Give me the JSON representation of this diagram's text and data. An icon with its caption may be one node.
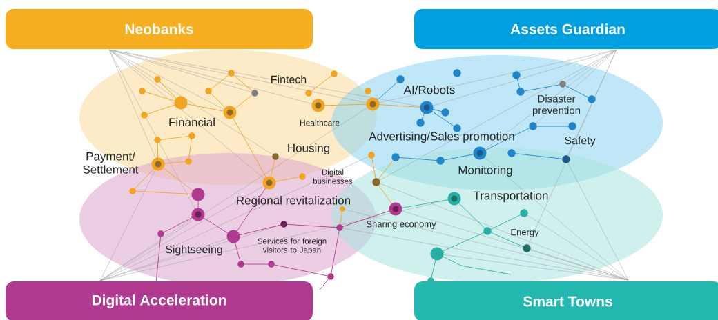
{
  "diagram": {
    "nodes": [
      {
        "text": [
          "Neobanks"
        ]
      },
      {
        "text": [
          "Assets Guardian"
        ]
      },
      {
        "text": [
          "Digital Acceleration"
        ]
      },
      {
        "text": [
          "Smart Towns"
        ]
      }
    ],
    "labels": [
      "Fintech",
      "AI/Robots",
      "Disaster prevention",
      "Financial",
      "Healthcare",
      "Advertising/Sales promotion",
      "Safety",
      "Payment/ Settlement",
      "Housing",
      "Digital businesses",
      "Monitoring",
      "Regional revitalization",
      "Transportation",
      "Sharing economy",
      "Energy",
      "Services for foreign visitors to Japan",
      "Sightseeing"
    ]
  }
}
